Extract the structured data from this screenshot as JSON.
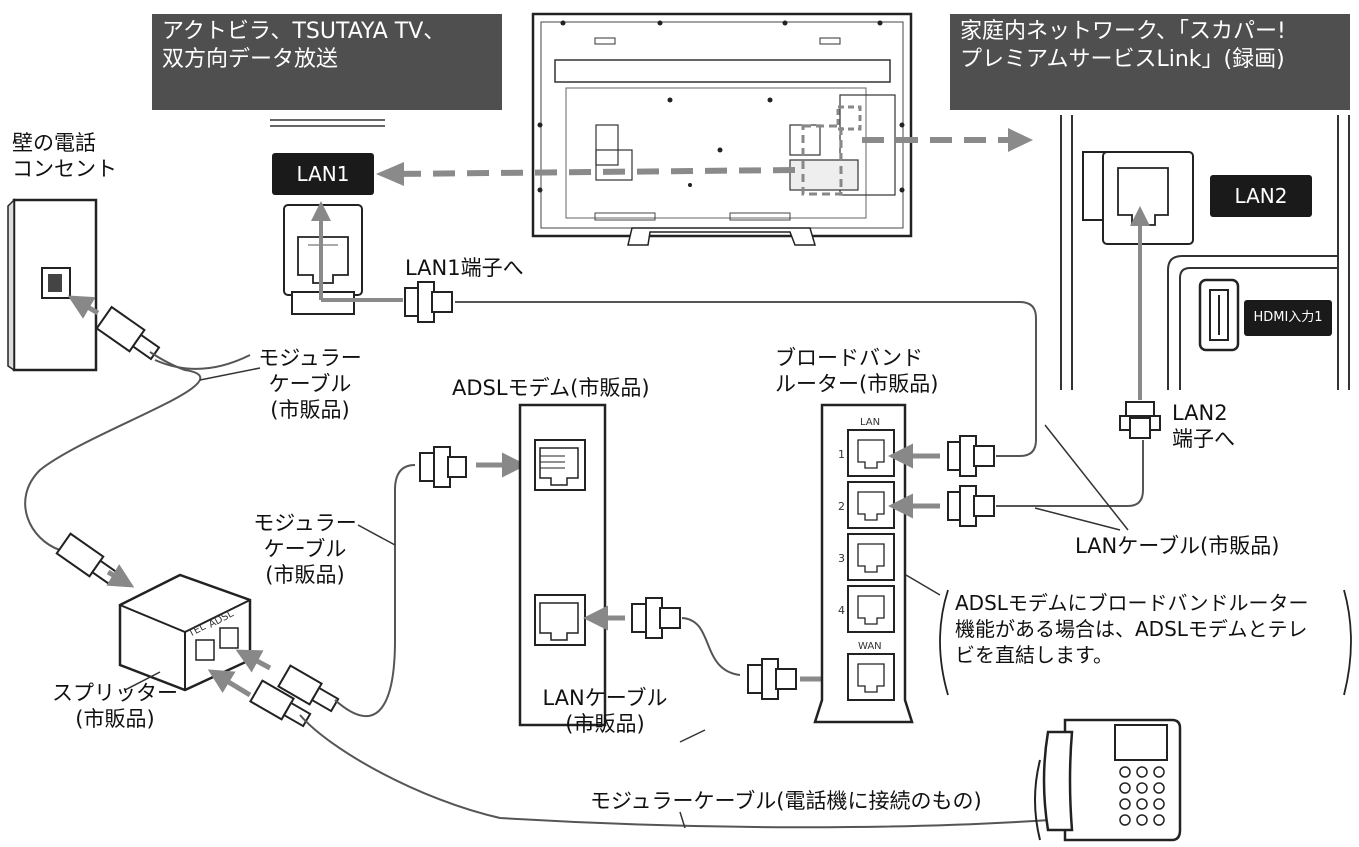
{
  "banners": {
    "lan1": {
      "line1": "アクトビラ、TSUTAYA TV、",
      "line2": "双方向データ放送"
    },
    "lan2": {
      "line1": "家庭内ネットワーク、「スカパー!",
      "line2": "プレミアムサービスLink」(録画)"
    }
  },
  "tags": {
    "lan1": "LAN1",
    "lan2": "LAN2",
    "hdmi": "HDMI入力1"
  },
  "labels": {
    "wall_outlet": [
      "壁の電話",
      "コンセント"
    ],
    "lan1_port": "LAN1端子へ",
    "modular_cable_1": [
      "モジュラー",
      "ケーブル",
      "(市販品)"
    ],
    "adsl_modem": "ADSLモデム(市販品)",
    "router": [
      "ブロードバンド",
      "ルーター(市販品)"
    ],
    "lan2_port": [
      "LAN2",
      "端子へ"
    ],
    "modular_cable_2": [
      "モジュラー",
      "ケーブル",
      "(市販品)"
    ],
    "lan_cable_router": "LANケーブル(市販品)",
    "splitter": [
      "スプリッター",
      "(市販品)"
    ],
    "lan_cable_modem": [
      "LANケーブル",
      "(市販品)"
    ],
    "phone_cable": "モジュラーケーブル(電話機に接続のもの)",
    "note": [
      "ADSLモデムにブロードバンドルーター",
      "機能がある場合は、ADSLモデムとテレ",
      "ビを直結します。"
    ],
    "router_ports": {
      "lan": "LAN",
      "p1": "1",
      "p2": "2",
      "p3": "3",
      "p4": "4",
      "wan": "WAN"
    },
    "splitter_ports": {
      "tel": "TEL",
      "adsl": "ADSL"
    }
  },
  "colors": {
    "banner_bg": "#4f4f4f",
    "tag_bg": "#1a1a1a",
    "arrow": "#8a8a8a"
  }
}
